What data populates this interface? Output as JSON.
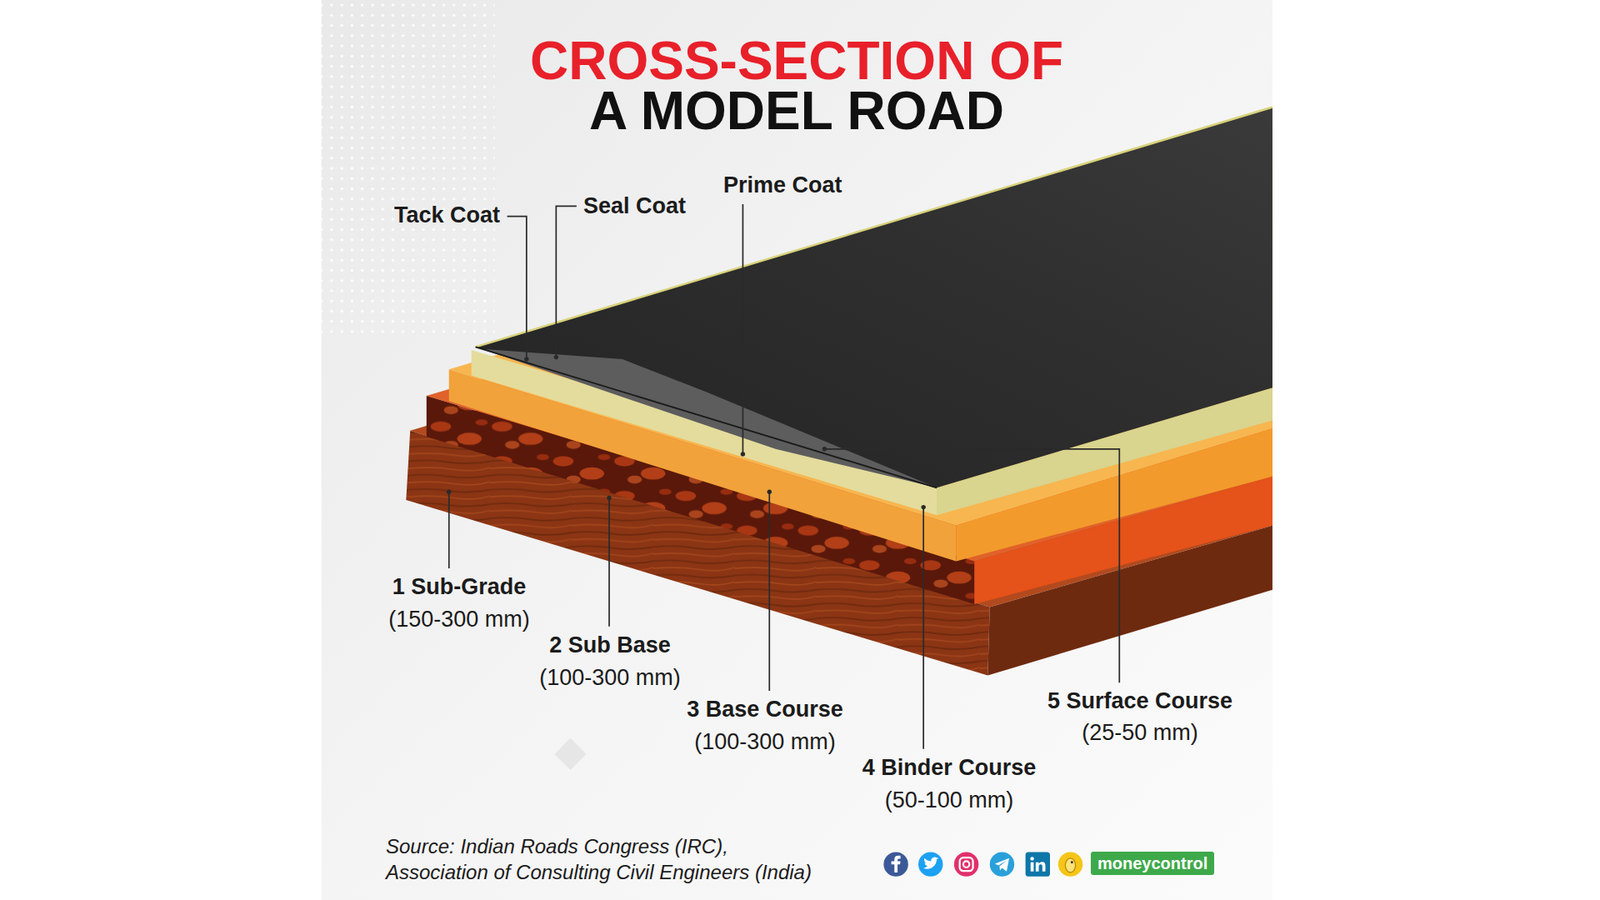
{
  "diagram": {
    "title": "CROSS-SECTION OF A MODEL ROAD",
    "caption": "Source: Indian Roads Congress (IRC), Association of Consulting Civil Engineers (India)",
    "labels": [
      "Tack Coat",
      "Seal Coat",
      "Prime Coat",
      "1 Sub-Grade",
      "(150-300 mm)",
      "2 Sub Base",
      "(100-300 mm)",
      "3 Base Course",
      "(100-300 mm)",
      "4 Binder Course",
      "(50-100 mm)",
      "5 Surface Course",
      "(25-50 mm)",
      "moneycontrol"
    ]
  }
}
